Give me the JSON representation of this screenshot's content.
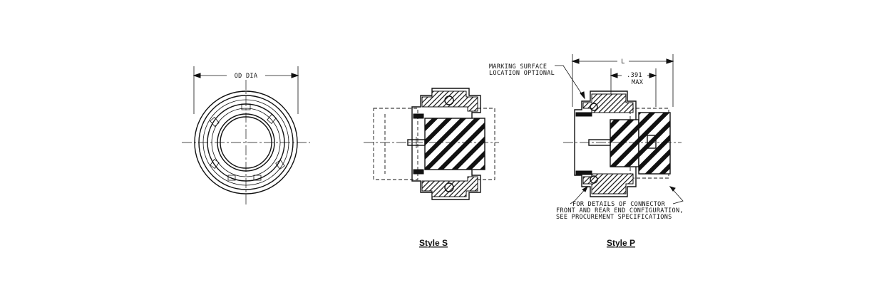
{
  "view_front": {
    "dim_label": "OD DIA"
  },
  "view_s": {
    "caption": "Style S"
  },
  "view_p": {
    "caption": "Style P",
    "dim_length_label": "L",
    "dim_max_value": ".391",
    "dim_max_suffix": "MAX",
    "note_marking_line1": "MARKING SURFACE",
    "note_marking_line2": "LOCATION OPTIONAL",
    "note_details_line1": "FOR DETAILS OF CONNECTOR",
    "note_details_line2": "FRONT AND REAR END CONFIGURATION,",
    "note_details_line3": "SEE PROCUREMENT SPECIFICATIONS"
  }
}
